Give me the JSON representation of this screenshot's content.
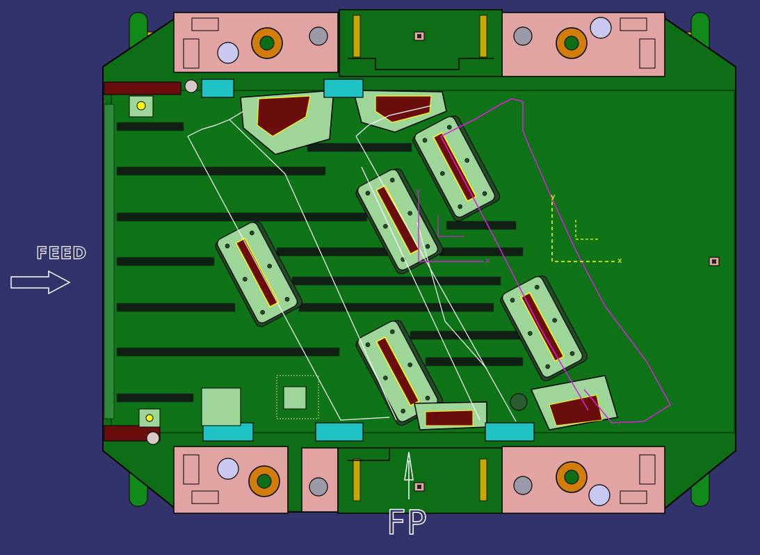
{
  "view": {
    "feed_label": "FEED",
    "fp_label": "FP",
    "axis_x_label": "x",
    "axis_y_label": "y"
  },
  "colors": {
    "background": "#33336b",
    "plate": "#0d6e16",
    "plate_edge": "#0a3d0c",
    "pink_block": "#e2a3a3",
    "orange_ring": "#d27c0b",
    "lavender_pin": "#c8c8f0",
    "light_green_insert": "#9ed69a",
    "maroon_pocket": "#6a0d0d",
    "cyan_clamp": "#1fc3c3",
    "yellow_line": "#ffff00",
    "magenta_outline": "#d91fd9",
    "white_outline": "#ffffff",
    "slot_dark": "#102014"
  }
}
